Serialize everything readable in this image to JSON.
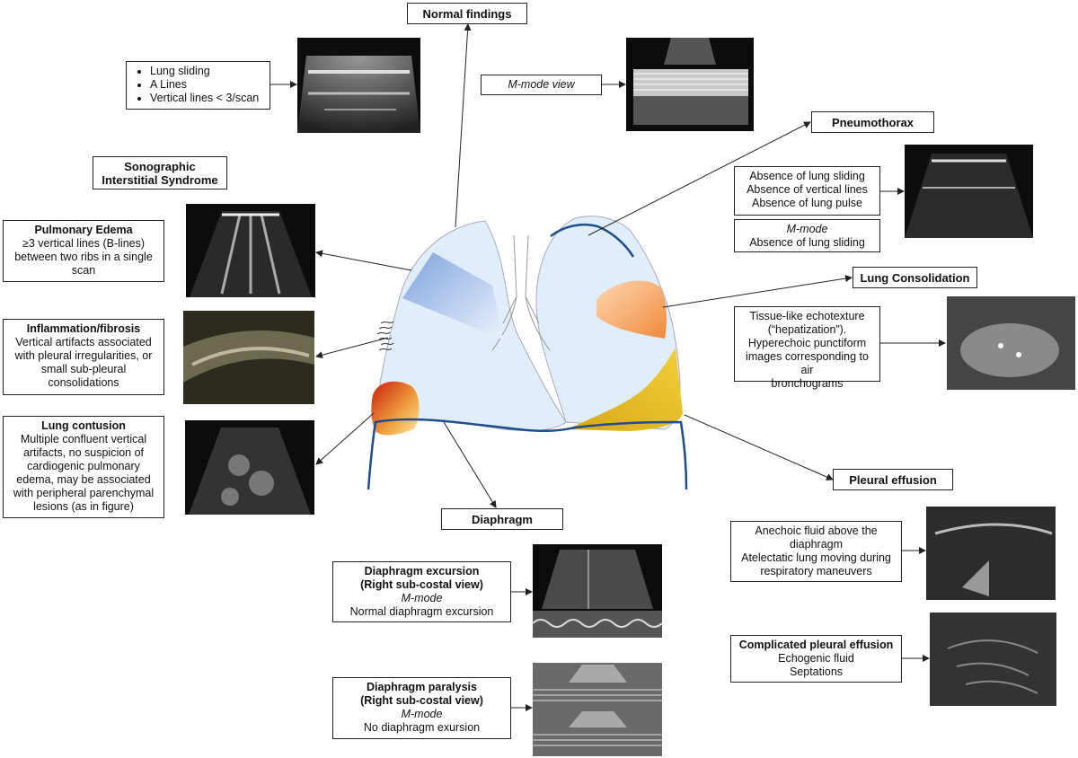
{
  "colors": {
    "lung_fill": "#dfeefa",
    "diaphragm_line": "#1f4e8c",
    "interstitial_zone": "#9dbbe8",
    "consolidation_zone": "#f4a261",
    "contusion_zone": "#d93a0b",
    "effusion_zone": "#e8b820"
  },
  "normal": {
    "title": "Normal findings",
    "items": [
      "Lung sliding",
      "A Lines",
      "Vertical lines < 3/scan"
    ],
    "mmode_label": "M-mode view"
  },
  "sis": {
    "title_line1": "Sonographic",
    "title_line2": "Interstitial Syndrome"
  },
  "edema": {
    "title": "Pulmonary Edema",
    "lines": [
      "≥3 vertical lines (B-lines)",
      "between two ribs in a single",
      "scan"
    ]
  },
  "inflammation": {
    "title": "Inflammation/fibrosis",
    "lines": [
      "Vertical artifacts associated",
      "with pleural irregularities, or",
      "small sub-pleural",
      "consolidations"
    ]
  },
  "contusion": {
    "title": "Lung contusion",
    "lines": [
      "Multiple confluent vertical",
      "artifacts, no suspicion of",
      "cardiogenic pulmonary",
      "edema, may be associated",
      "with peripheral parenchymal",
      "lesions (as in figure)"
    ]
  },
  "pneumothorax": {
    "title": "Pneumothorax",
    "lines": [
      "Absence of lung sliding",
      "Absence of vertical lines",
      "Absence of lung pulse"
    ],
    "mmode_italic": "M-mode",
    "mmode_line": "Absence of lung sliding"
  },
  "consolidation": {
    "title": "Lung Consolidation",
    "lines": [
      "Tissue-like echotexture",
      "(“hepatization”).",
      "Hyperechoic punctiform",
      "images corresponding to air",
      "bronchograms"
    ]
  },
  "effusion": {
    "title": "Pleural effusion",
    "lines": [
      "Anechoic fluid above the",
      "diaphragm",
      "Atelectatic lung moving during",
      "respiratory maneuvers"
    ],
    "complicated_title": "Complicated pleural effusion",
    "complicated_lines": [
      "Echogenic fluid",
      "Septations"
    ]
  },
  "diaphragm": {
    "title": "Diaphragm",
    "excursion_title1": "Diaphragm excursion",
    "excursion_title2": "(Right sub-costal view)",
    "excursion_mmode": "M-mode",
    "excursion_line": "Normal diaphragm excursion",
    "paralysis_title1": "Diaphragm paralysis",
    "paralysis_title2": "(Right sub-costal view)",
    "paralysis_mmode": "M-mode",
    "paralysis_line": "No diaphragm exursion"
  }
}
